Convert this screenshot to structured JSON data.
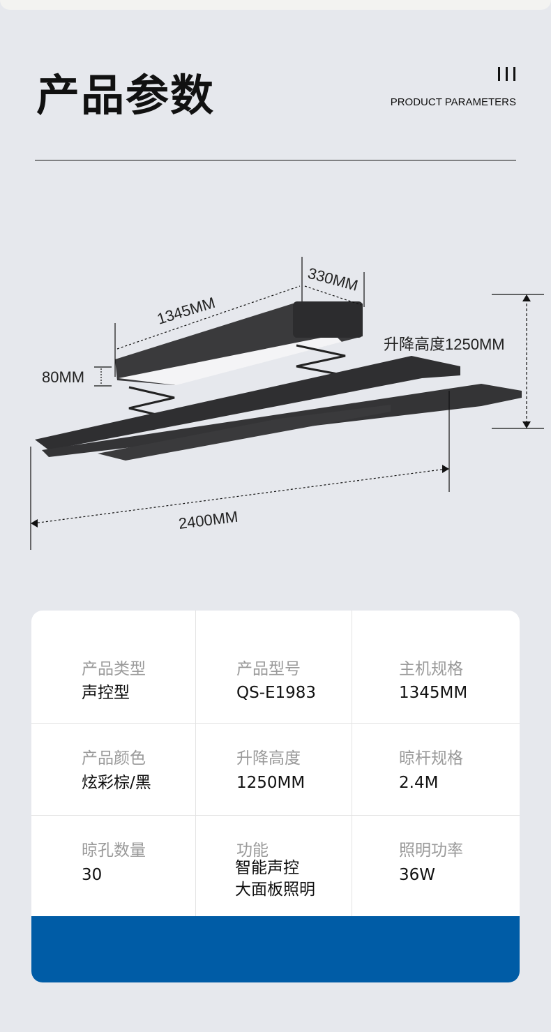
{
  "header": {
    "title": "产品参数",
    "subtitle": "PRODUCT PARAMETERS"
  },
  "diagram": {
    "length": "1345MM",
    "width": "330MM",
    "thickness": "80MM",
    "lift": "升降高度1250MM",
    "total": "2400MM"
  },
  "params": [
    [
      {
        "label": "产品类型",
        "value": "声控型"
      },
      {
        "label": "产品型号",
        "value": "QS-E1983"
      },
      {
        "label": "主机规格",
        "value": "1345MM"
      }
    ],
    [
      {
        "label": "产品颜色",
        "value": "炫彩棕/黑"
      },
      {
        "label": "升降高度",
        "value": "1250MM"
      },
      {
        "label": "晾杆规格",
        "value": "2.4M"
      }
    ],
    [
      {
        "label": "晾孔数量",
        "value": "30"
      },
      {
        "label": "功能",
        "value": "智能声控",
        "value2": "大面板照明"
      },
      {
        "label": "照明功率",
        "value": "36W"
      }
    ]
  ],
  "colors": {
    "accent": "#005ca6",
    "background": "#e6e8ed"
  }
}
